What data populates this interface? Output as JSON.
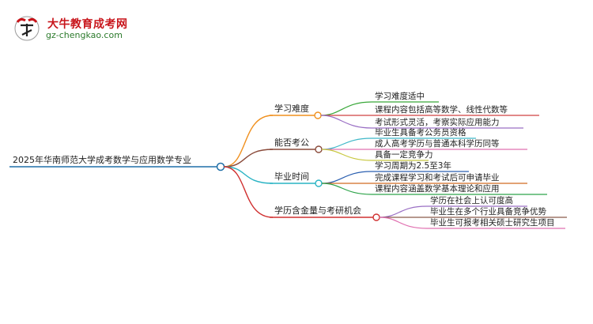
{
  "logo": {
    "title": "大牛教育成考网",
    "url": "gz-chengkao.com",
    "mark_text": "大牛"
  },
  "root": {
    "label": "2025年华南师范大学成考数学与应用数学专业",
    "color": "#1f6fa8"
  },
  "branches": [
    {
      "label": "学习难度",
      "color": "#f0901e",
      "children": [
        "学习难度适中",
        "课程内容包括高等数学、线性代数等",
        "考试形式灵活，考察实际应用能力"
      ],
      "child_colors": [
        "#39a739",
        "#d04040",
        "#9a6fc4"
      ]
    },
    {
      "label": "能否考公",
      "color": "#8a4a3a",
      "children": [
        "毕业生具备考公务员资格",
        "成人高考学历与普通本科学历同等",
        "具备一定竞争力"
      ],
      "child_colors": [
        "#3fb8c8",
        "#e070b0",
        "#c8c840"
      ]
    },
    {
      "label": "毕业时间",
      "color": "#29b3c4",
      "children": [
        "学习周期为2.5至3年",
        "完成课程学习和考试后可申请毕业",
        "课程内容涵盖数学基本理论和应用"
      ],
      "child_colors": [
        "#2b5fb0",
        "#d06a20",
        "#2ea44a"
      ]
    },
    {
      "label": "学历含金量与考研机会",
      "color": "#d03030",
      "children": [
        "学历在社会上认可度高",
        "毕业生在多个行业具备竞争优势",
        "毕业生可报考相关硕士研究生项目"
      ],
      "child_colors": [
        "#9a6fc4",
        "#8a5a4a",
        "#e070b0"
      ]
    }
  ]
}
